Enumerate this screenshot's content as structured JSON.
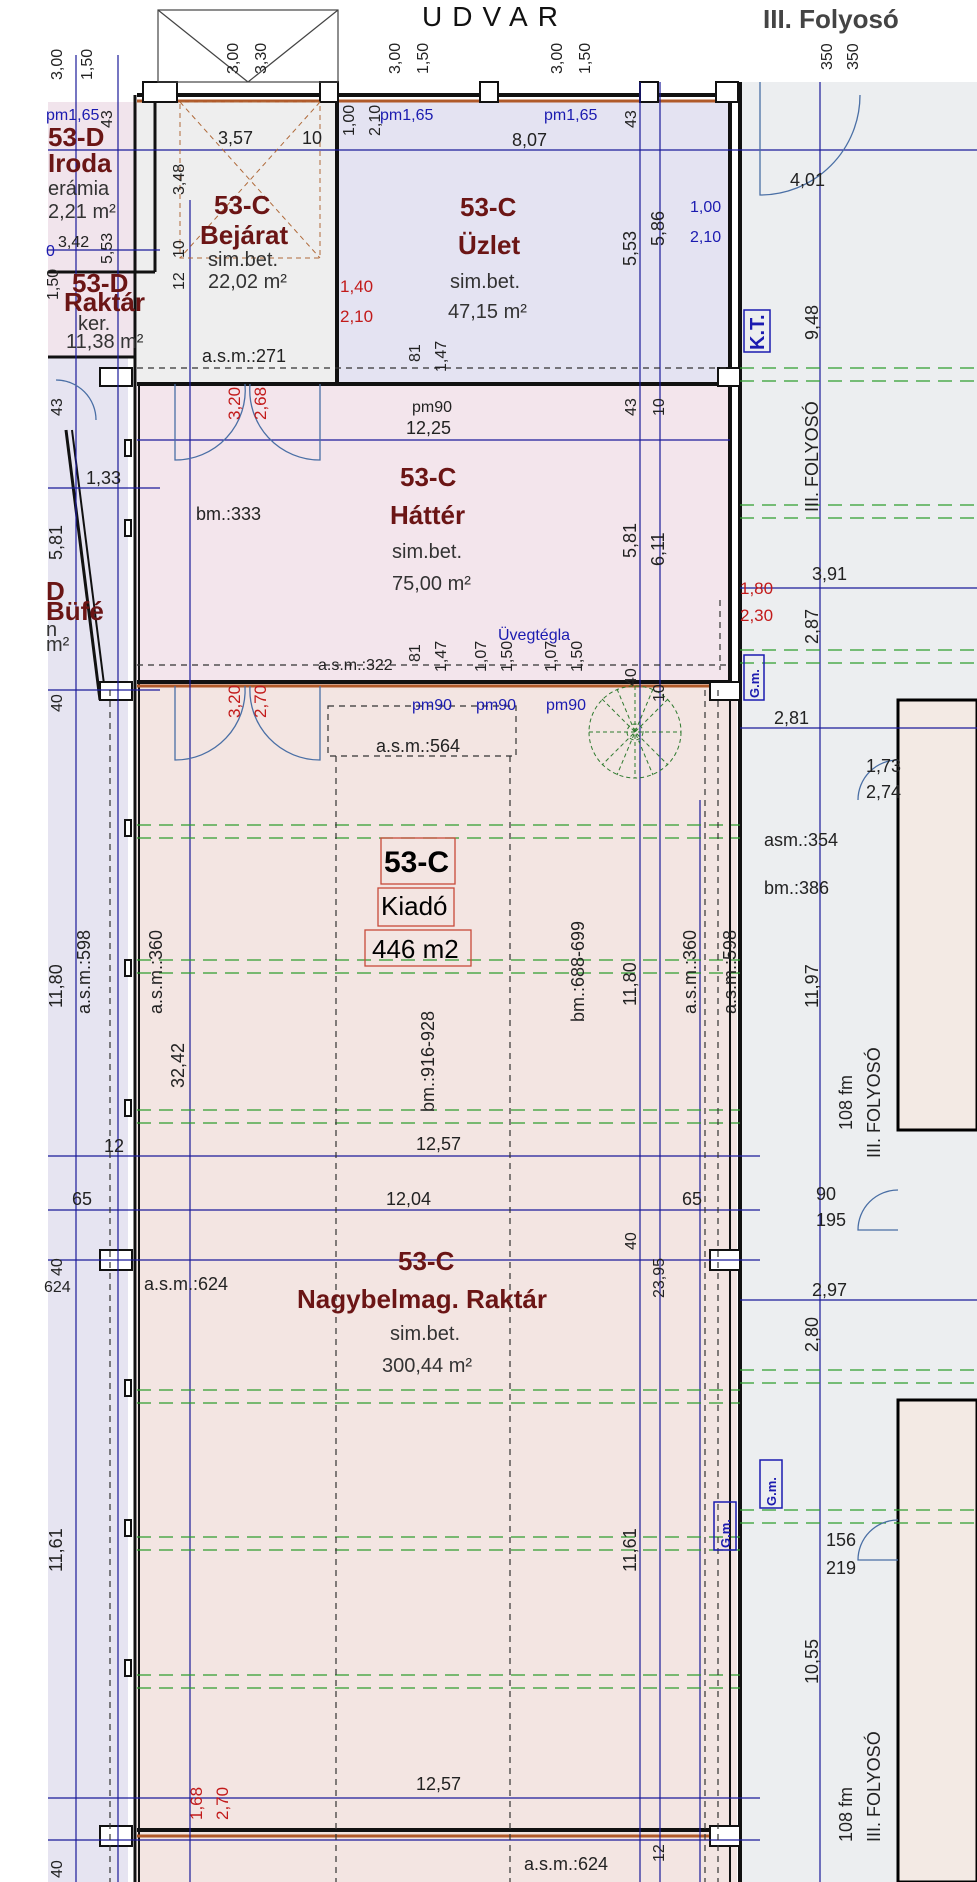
{
  "header": {
    "courtyard": "UDVAR",
    "corridor_title": "III. Folyosó",
    "dims_top": [
      "3,00",
      "1,50",
      "3,00",
      "3,30",
      "3,00",
      "1,50",
      "3,00",
      "1,50",
      "350",
      "350"
    ]
  },
  "rooms": {
    "iroda": {
      "id": "53-D",
      "name": "Iroda",
      "material": "erámia",
      "area": "2,21 m²",
      "dim_pm": "pm1,65"
    },
    "raktar_d": {
      "id": "53-D",
      "name": "Raktár",
      "material": "ker.",
      "area": "11,38 m²"
    },
    "bufe": {
      "id": "D",
      "name": "Büfé",
      "material": "n",
      "area": "m²"
    },
    "bejarat": {
      "id": "53-C",
      "name": "Bejárat",
      "material": "sim.bet.",
      "area": "22,02 m²"
    },
    "uzlet": {
      "id": "53-C",
      "name": "Üzlet",
      "material": "sim.bet.",
      "area": "47,15 m²"
    },
    "hatter": {
      "id": "53-C",
      "name": "Háttér",
      "material": "sim.bet.",
      "area": "75,00 m²"
    },
    "kiado": {
      "id": "53-C",
      "name": "Kiadó",
      "area": "446 m2"
    },
    "raktar_c": {
      "id": "53-C",
      "name": "Nagybelmag. Raktár",
      "material": "sim.bet.",
      "area": "300,44 m²"
    }
  },
  "corridor": {
    "label_1": "III. FOLYOSÓ",
    "label_2": "III. FOLYOSÓ",
    "label_3": "III. FOLYOSÓ",
    "length_1": "108 fm",
    "length_2": "108 fm",
    "kt": "K.T.",
    "gm_1": "G.m.",
    "gm_2": "G.m.",
    "gm_3": "G.m.",
    "asm": "asm.:354",
    "bm": "bm.:386",
    "door_1_w": "1,73",
    "door_1_h": "2,74",
    "door_2_w": "90",
    "door_2_h": "195",
    "door_3_w": "156",
    "door_3_h": "219",
    "width_1": "4,01",
    "width_2": "3,91",
    "width_3": "2,81",
    "width_4": "2,97",
    "len_a": "9,48",
    "len_b": "2,87",
    "len_c": "11,97",
    "len_d": "2,80",
    "len_e": "10,55"
  },
  "dims": {
    "d_357": "3,57",
    "d_10a": "10",
    "d_100": "1,00",
    "d_210a": "2,10",
    "d_pm165a": "pm1,65",
    "d_pm165b": "pm1,65",
    "d_807": "8,07",
    "d_43a": "43",
    "d_43b": "43",
    "d_348": "3,48",
    "d_342": "3,42",
    "d_553a": "5,53",
    "d_553b": "5,53",
    "d_586": "5,86",
    "d_10b": "10",
    "d_12a": "12",
    "d_0": "0",
    "d_150": "1,50",
    "d_asm271": "a.s.m.:271",
    "d_81a": "81",
    "d_147a": "1,47",
    "d_pm90a": "pm90",
    "d_1225": "12,25",
    "d_43c": "43",
    "d_10c": "10",
    "d_43d": "43",
    "d_133": "1,33",
    "d_581a": "5,81",
    "d_581b": "5,81",
    "d_611": "6,11",
    "d_bm333": "bm.:333",
    "d_uveg": "Üvegtégla",
    "d_asm322": "a.s.m.:322",
    "d_81b": "81",
    "d_147b": "1,47",
    "d_107a": "1,07",
    "d_150b": "1,50",
    "d_107b": "1,07",
    "d_150c": "1,50",
    "d_pm90b": "pm90",
    "d_pm90c": "pm90",
    "d_pm90d": "pm90",
    "d_40a": "40",
    "d_40b": "40",
    "d_10d": "10",
    "d_asm564": "a.s.m.:564",
    "d_asm598a": "a.s.m.:598",
    "d_asm598b": "a.s.m.:598",
    "d_asm360a": "a.s.m.:360",
    "d_asm360b": "a.s.m.:360",
    "d_1180a": "11,80",
    "d_1180b": "11,80",
    "d_3242": "32,42",
    "d_bm916": "bm.:916-928",
    "d_bm688": "bm.:688-699",
    "d_12b": "12",
    "d_1257a": "12,57",
    "d_65a": "65",
    "d_1204": "12,04",
    "d_65b": "65",
    "d_40c": "40",
    "d_40d": "40",
    "d_2395": "23,95",
    "d_624a": "624",
    "d_asm624a": "a.s.m.:624",
    "d_1161a": "11,61",
    "d_1161b": "11,61",
    "d_1257b": "12,57",
    "d_168": "1,68",
    "d_40e": "40",
    "d_asm624b": "a.s.m.:624",
    "d_12c": "12"
  },
  "doors": {
    "d_140": "1,40",
    "d_210b": "2,10",
    "d_100b": "1,00",
    "d_210c": "2,10",
    "d_320a": "3,20",
    "d_268": "2,68",
    "d_180": "1,80",
    "d_230": "2,30",
    "d_320b": "3,20",
    "d_270a": "2,70",
    "d_270b": "2,70"
  }
}
